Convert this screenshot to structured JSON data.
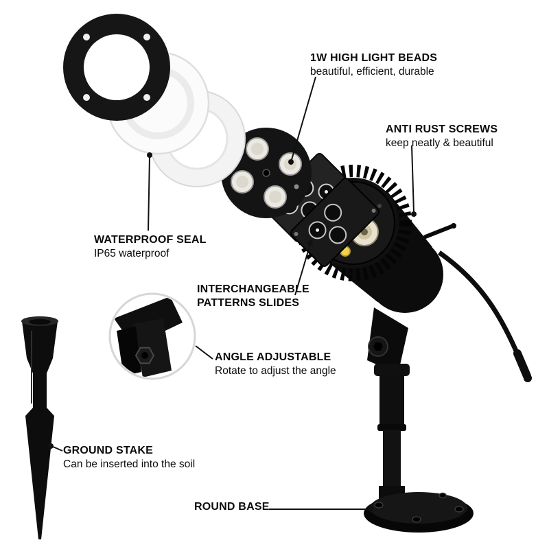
{
  "callouts": {
    "light_beads": {
      "title": "1W HIGH LIGHT BEADS",
      "desc": "beautiful, efficient, durable"
    },
    "anti_rust": {
      "title": "ANTI RUST SCREWS",
      "desc": "keep neatly & beautiful"
    },
    "waterproof_seal": {
      "title": "WATERPROOF SEAL",
      "desc": "IP65 waterproof"
    },
    "pattern_slides": {
      "title": "INTERCHANGEABLE PATTERNS SLIDES"
    },
    "angle_adjustable": {
      "title": "ANGLE ADJUSTABLE",
      "desc": "Rotate to adjust the angle"
    },
    "ground_stake": {
      "title": "GROUND STAKE",
      "desc": "Can be inserted into the soil"
    },
    "round_base": {
      "title": "ROUND BASE"
    }
  },
  "colors": {
    "background": "#ffffff",
    "ink": "#111111",
    "housing_black": "#0f0f0f",
    "seal_white": "#f6f6f6",
    "bead_yellow": "#f2d24b",
    "lens_beige": "#e9e2cf"
  }
}
